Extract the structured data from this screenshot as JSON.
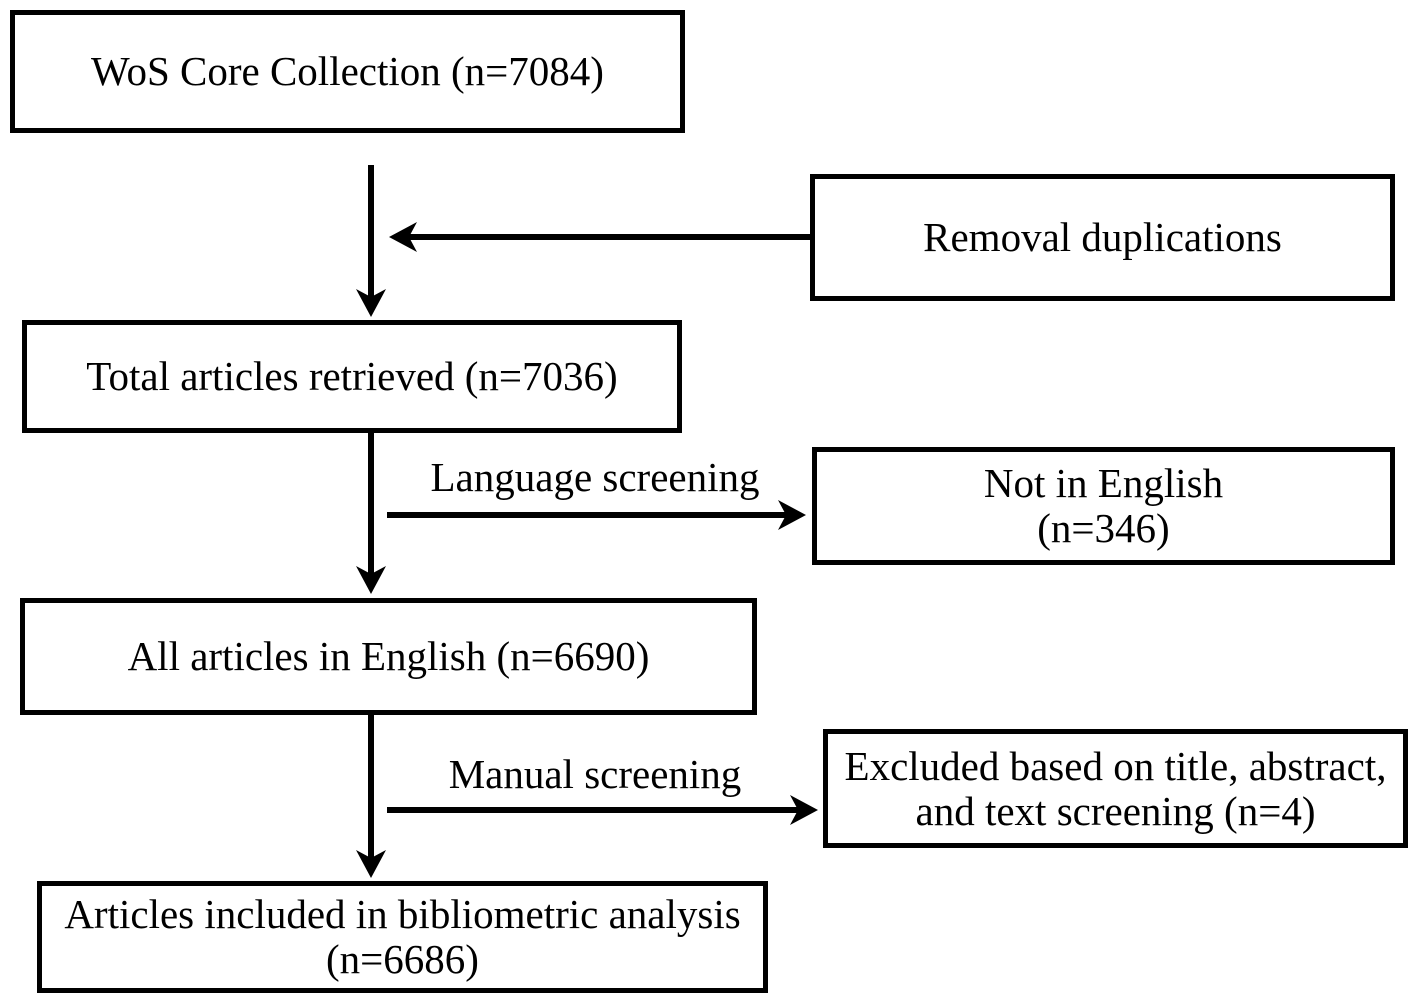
{
  "diagram": {
    "type": "flowchart",
    "colors": {
      "background": "#ffffff",
      "stroke": "#000000",
      "text": "#000000"
    },
    "boxes": {
      "wos": {
        "label": "WoS Core Collection (n=7084)"
      },
      "removal": {
        "label": "Removal duplications"
      },
      "total": {
        "label": "Total articles retrieved (n=7036)"
      },
      "not_english": {
        "line1": "Not in English",
        "line2": "(n=346)"
      },
      "english": {
        "label": "All articles in English (n=6690)"
      },
      "excluded": {
        "line1": "Excluded based on title, abstract,",
        "line2": "and text screening (n=4)"
      },
      "included": {
        "line1": "Articles included in bibliometric analysis",
        "line2": "(n=6686)"
      }
    },
    "edge_labels": {
      "language_screening": "Language screening",
      "manual_screening": "Manual screening"
    },
    "counts": {
      "wos_core_collection": 7084,
      "total_articles_retrieved": 7036,
      "not_in_english": 346,
      "all_articles_in_english": 6690,
      "excluded_manual_screening": 4,
      "included_in_bibliometric_analysis": 6686
    }
  }
}
